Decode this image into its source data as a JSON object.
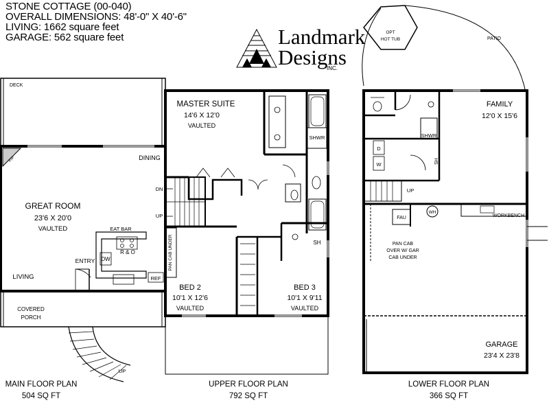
{
  "header": {
    "title": "STONE COTTAGE (00-040)",
    "dimensions": "OVERALL DIMENSIONS: 48'-0\" X 40'-6\"",
    "living": "LIVING: 1662 square feet",
    "garage": "GARAGE: 562 square feet"
  },
  "logo": {
    "line1": "Landmark",
    "line2": "Designs",
    "suffix": "INC."
  },
  "main_floor": {
    "title": "MAIN FLOOR PLAN",
    "area": "504 SQ FT",
    "deck": "DECK",
    "great_room": "GREAT ROOM",
    "great_room_size": "23'6 X 20'0",
    "great_room_vault": "VAULTED",
    "dining": "DINING",
    "eat_bar": "EAT BAR",
    "range_oven": "R & O",
    "dishwasher": "DW",
    "entry": "ENTRY",
    "living": "LIVING",
    "refrigerator": "REF",
    "fireplace": "F/P",
    "covered_porch_1": "COVERED",
    "covered_porch_2": "PORCH",
    "stair_dn": "DN",
    "stair_up": "UP",
    "porch_up": "UP"
  },
  "upper_floor": {
    "title": "UPPER FLOOR PLAN",
    "area": "792 SQ FT",
    "master": "MASTER SUITE",
    "master_size": "14'6 X 12'0",
    "master_vault": "VAULTED",
    "shower": "SHWR",
    "shelf": "SH",
    "pan_cab": "PAN CAB UNDER",
    "bed2": "BED 2",
    "bed2_size": "10'1 X 12'6",
    "bed2_vault": "VAULTED",
    "bed3": "BED 3",
    "bed3_size": "10'1 X 9'11",
    "bed3_vault": "VAULTED"
  },
  "lower_floor": {
    "title": "LOWER FLOOR PLAN",
    "area": "366 SQ FT",
    "hot_tub_1": "OPT",
    "hot_tub_2": "HOT TUB",
    "patio": "PATIO",
    "family": "FAMILY",
    "family_size": "12'0 X 15'6",
    "shower": "SHWR",
    "shelf": "SH",
    "dryer": "D",
    "washer": "W",
    "stair_up": "UP",
    "furnace": "FAU",
    "water_heater": "WH",
    "workbench": "WORKBENCH",
    "pan_cab_1": "PAN CAB",
    "pan_cab_2": "OVER W/ GAR",
    "pan_cab_3": "CAB UNDER",
    "garage": "GARAGE",
    "garage_size": "23'4 X 23'8"
  }
}
